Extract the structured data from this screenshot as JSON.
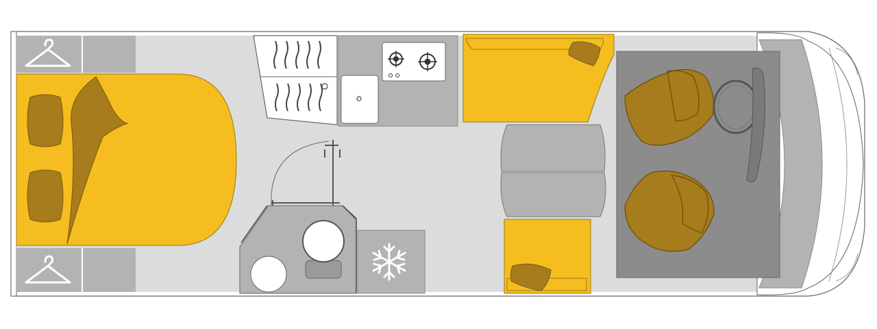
{
  "colors": {
    "background": "#ffffff",
    "floor": "#dcdcdc",
    "panel": "#b3b3b3",
    "panel_dark": "#9a9a9a",
    "cab_floor": "#8c8c8c",
    "upholstery": "#f5bd1f",
    "cushion": "#a67c1c",
    "cushion_dark": "#7a5a10",
    "outline": "#555555",
    "white": "#ffffff"
  },
  "icons": {
    "wardrobe": "hanger-icon",
    "fridge": "snowflake-icon",
    "hob": "gas-burner-icon",
    "sink": "sink-icon",
    "toilet": "toilet-icon",
    "washbasin": "washbasin-icon",
    "steering": "steering-wheel-icon"
  },
  "areas": [
    "rear-bed",
    "wardrobe-top",
    "wardrobe-bottom",
    "kitchen",
    "bathroom",
    "fridge",
    "dinette",
    "cab"
  ]
}
